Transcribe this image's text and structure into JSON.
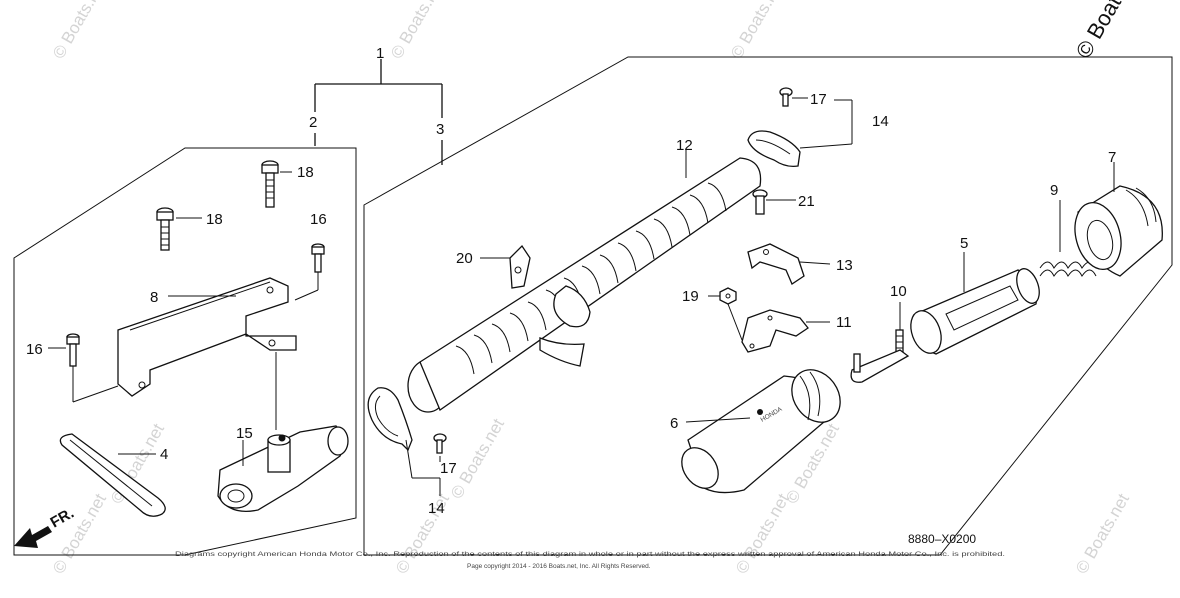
{
  "watermark": {
    "text": "© Boats.net",
    "copyright_mark": "© Boats.net"
  },
  "diagram_code": "8880–X0200",
  "front_marker": "FR.",
  "footer": {
    "line1": "Diagrams copyright American Honda Motor Co., Inc. Reproduction of the contents of this diagram in whole or in part without the express written approval of American Honda Motor Co., Inc. is prohibited.",
    "line2": "Page copyright 2014 - 2016 Boats.net, Inc. All Rights Reserved."
  },
  "callouts": {
    "c1": "1",
    "c2": "2",
    "c3": "3",
    "c4": "4",
    "c5": "5",
    "c6": "6",
    "c7": "7",
    "c8": "8",
    "c9": "9",
    "c10": "10",
    "c11": "11",
    "c12": "12",
    "c13": "13",
    "c14a": "14",
    "c14b": "14",
    "c15": "15",
    "c16a": "16",
    "c16b": "16",
    "c17a": "17",
    "c17b": "17",
    "c18a": "18",
    "c18b": "18",
    "c19": "19",
    "c20": "20",
    "c21": "21"
  },
  "hose_badge": "HONDA"
}
